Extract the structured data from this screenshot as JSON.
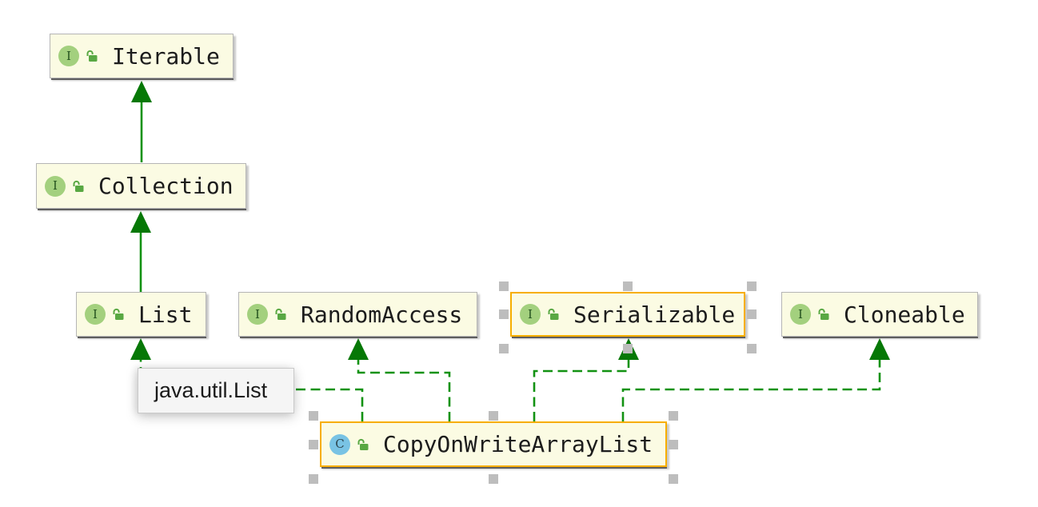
{
  "diagram": {
    "nodes": {
      "iterable": {
        "label": "Iterable",
        "kind": "interface",
        "selected": false
      },
      "collection": {
        "label": "Collection",
        "kind": "interface",
        "selected": false
      },
      "list": {
        "label": "List",
        "kind": "interface",
        "selected": false
      },
      "random_access": {
        "label": "RandomAccess",
        "kind": "interface",
        "selected": false
      },
      "serializable": {
        "label": "Serializable",
        "kind": "interface",
        "selected": true
      },
      "cloneable": {
        "label": "Cloneable",
        "kind": "interface",
        "selected": false
      },
      "copy_on_write_array_list": {
        "label": "CopyOnWriteArrayList",
        "kind": "class",
        "selected": true
      }
    },
    "edges": [
      {
        "from": "List",
        "to": "Collection",
        "relation": "extends",
        "line": "solid"
      },
      {
        "from": "Collection",
        "to": "Iterable",
        "relation": "extends",
        "line": "solid"
      },
      {
        "from": "CopyOnWriteArrayList",
        "to": "List",
        "relation": "implements",
        "line": "dashed"
      },
      {
        "from": "CopyOnWriteArrayList",
        "to": "RandomAccess",
        "relation": "implements",
        "line": "dashed"
      },
      {
        "from": "CopyOnWriteArrayList",
        "to": "Serializable",
        "relation": "implements",
        "line": "dashed"
      },
      {
        "from": "CopyOnWriteArrayList",
        "to": "Cloneable",
        "relation": "implements",
        "line": "dashed"
      }
    ],
    "tooltip": {
      "text": "java.util.List"
    },
    "icons": {
      "interface_letter": "I",
      "class_letter": "C",
      "lock": "unlocked-icon"
    },
    "colors": {
      "node_fill": "#FBFBE3",
      "node_border": "#B5B5B5",
      "selection_border": "#F7AE00",
      "edge_line_green": "#129212",
      "edge_arrow_green": "#067806",
      "interface_icon_green": "#A3D07E",
      "class_icon_blue": "#79C3E4",
      "lock_green": "#59A843",
      "handle_gray": "#BDBDBD",
      "tooltip_bg": "#F5F5F5"
    }
  }
}
